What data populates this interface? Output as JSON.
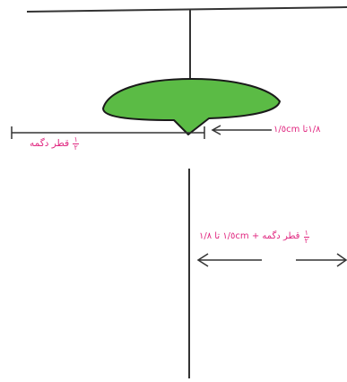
{
  "colors": {
    "line": "#333333",
    "button_fill": "#5bbb45",
    "button_stroke": "#1a1a1a",
    "label": "#e0267f"
  },
  "labels": {
    "half_diameter": {
      "fraction_num": "١",
      "fraction_den": "٢",
      "text": "قطر دگمه"
    },
    "gap_label": {
      "text": "١/٨تا ١/٥cm"
    },
    "total_label": {
      "fraction_num": "١",
      "fraction_den": "٢",
      "text": "قطر دگمه + ١/٥cm تا ١/٨"
    }
  }
}
